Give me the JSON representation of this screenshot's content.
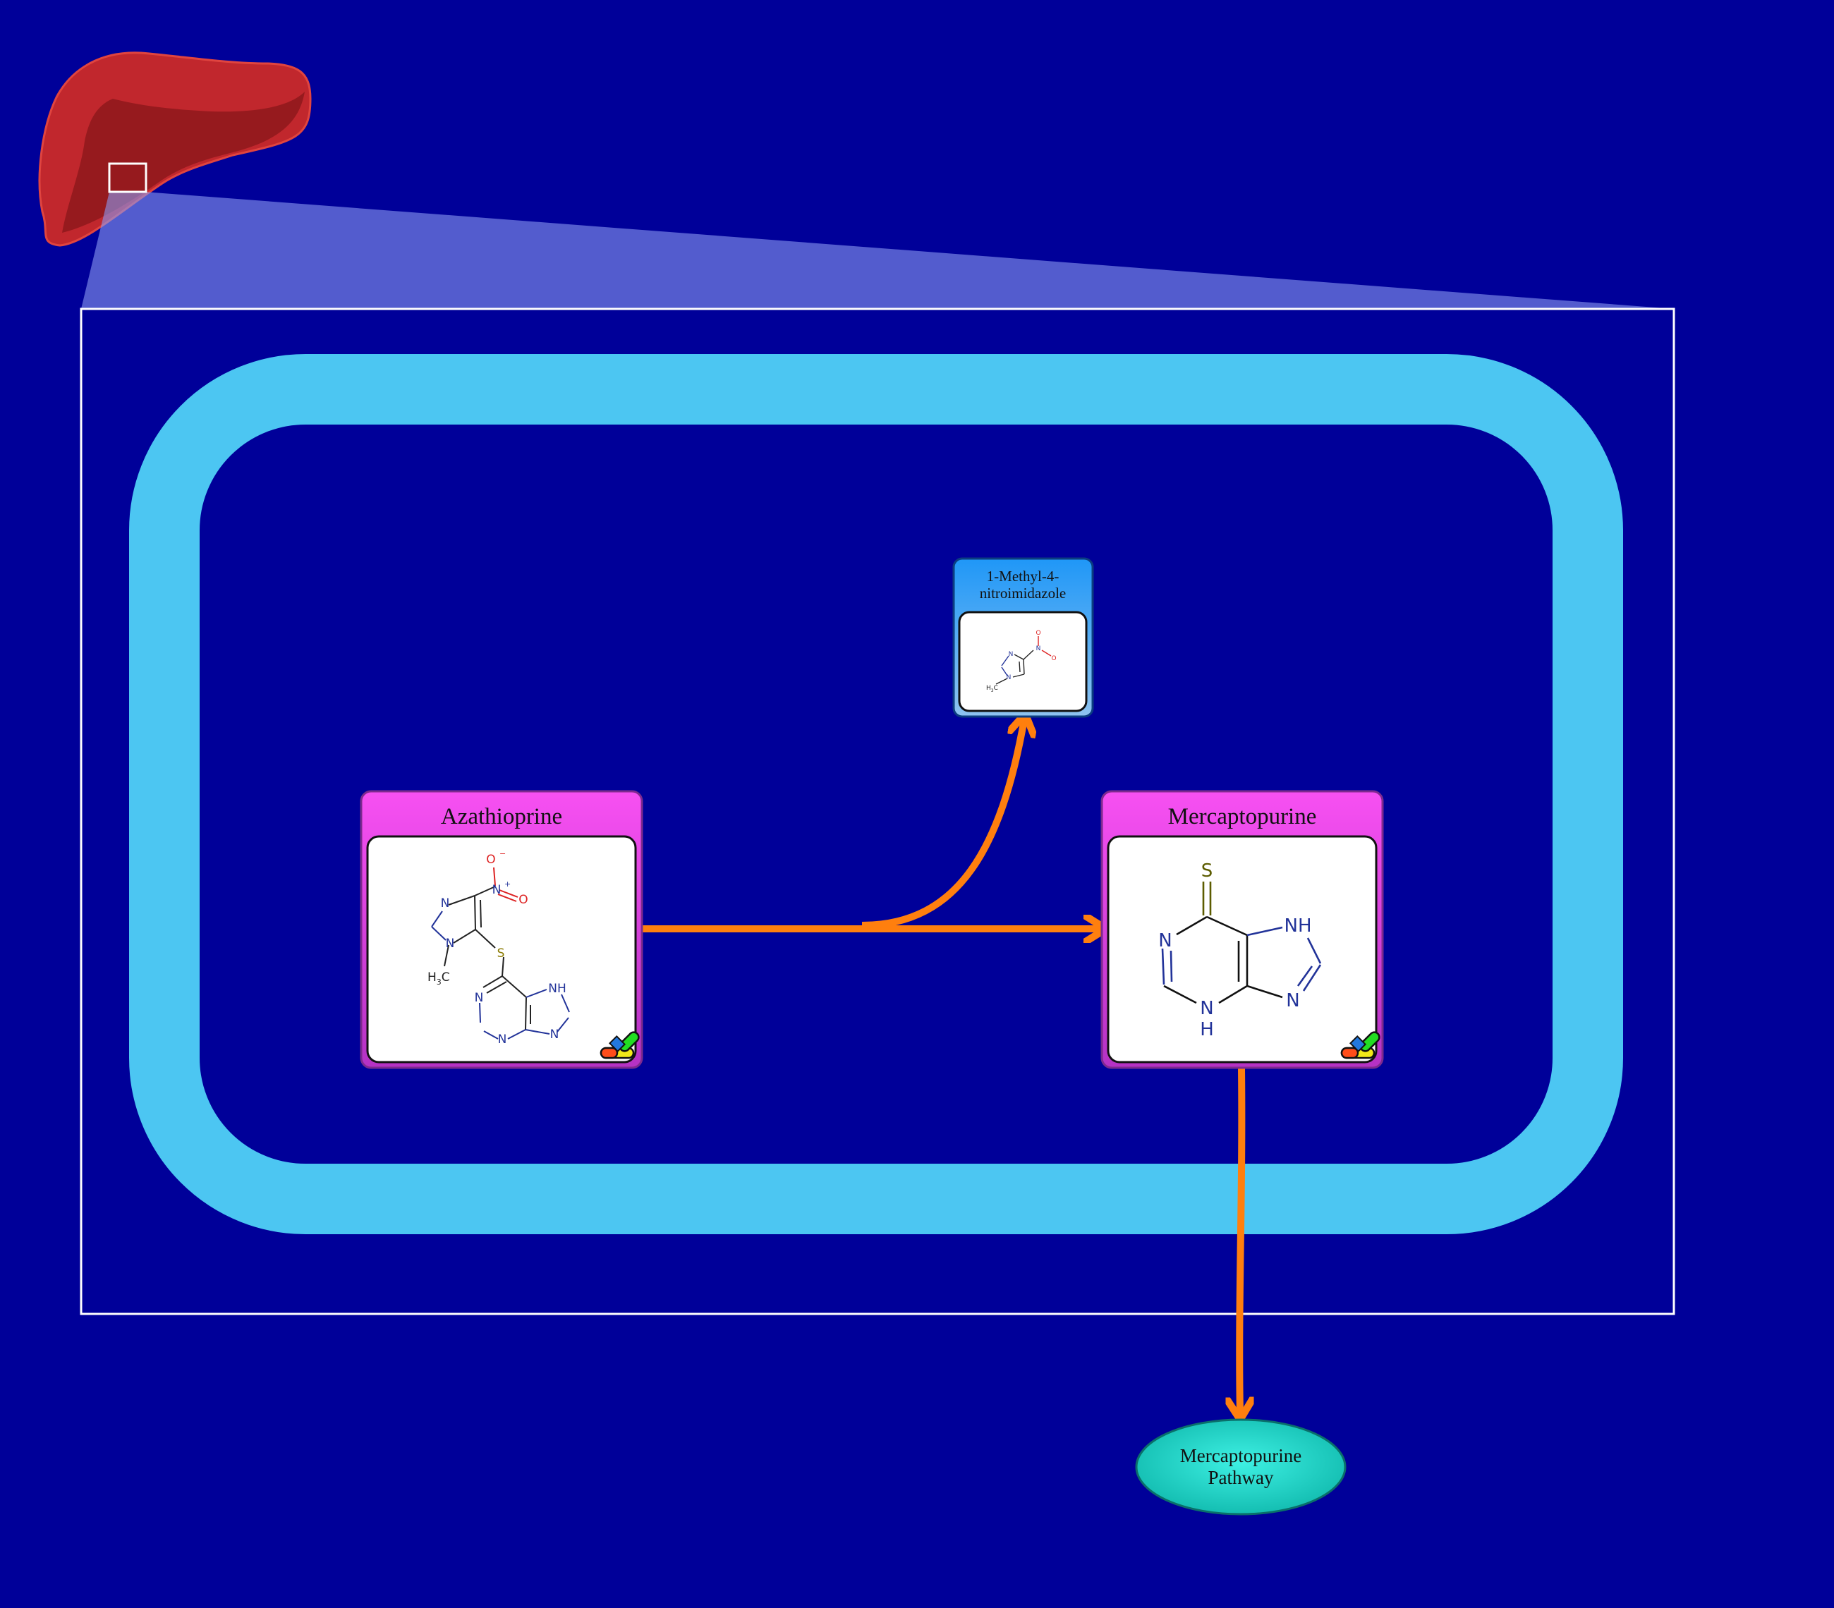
{
  "colors": {
    "background": "#000099",
    "cell_membrane": "#4cc6f2",
    "drug_card": "#f44ff0",
    "metabolite_card": "#2196f3",
    "arrow": "#ff7f0e",
    "pathway_node": "#1fd6c8",
    "liver": "#c1272d"
  },
  "organ": {
    "icon": "liver-icon"
  },
  "nodes": {
    "azathioprine": {
      "label": "Azathioprine",
      "atoms": {
        "o_minus": "O",
        "o_charge": "−",
        "n_plus": "N",
        "n_charge": "+",
        "o": "O",
        "n1": "N",
        "n2": "N",
        "h3c": "H",
        "h3c_sub": "3",
        "h3c_c": "C",
        "s": "S",
        "nh": "NH",
        "n3": "N",
        "n4": "N",
        "n5": "N"
      },
      "icon": "drug-capsule-icon"
    },
    "mercaptopurine": {
      "label": "Mercaptopurine",
      "atoms": {
        "s": "S",
        "n1": "N",
        "nh_top": "NH",
        "n2": "N",
        "n_bottom": "N",
        "h_bottom": "H"
      },
      "icon": "drug-capsule-icon"
    },
    "methylnitroimidazole": {
      "label_line1": "1-Methyl-4-",
      "label_line2": "nitroimidazole",
      "atoms": {
        "o_top": "O",
        "n_plus": "N",
        "o_minus": "O",
        "n1": "N",
        "n2": "N",
        "h3c": "H",
        "h3c_sub": "3",
        "h3c_c": "C"
      }
    },
    "pathway": {
      "label_line1": "Mercaptopurine",
      "label_line2": "Pathway"
    }
  },
  "edges": [
    {
      "from": "Azathioprine",
      "to": "Mercaptopurine"
    },
    {
      "from": "Azathioprine",
      "to": "1-Methyl-4-nitroimidazole"
    },
    {
      "from": "Mercaptopurine",
      "to": "Mercaptopurine Pathway"
    }
  ]
}
